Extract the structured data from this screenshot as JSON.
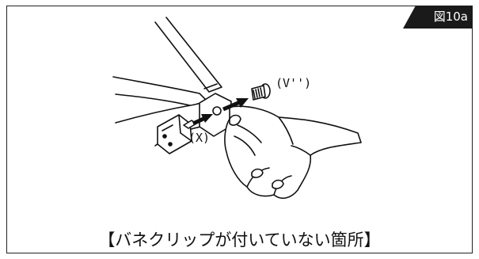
{
  "figure": {
    "tag": "図10a",
    "caption": "【バネクリップが付いていない箇所】"
  },
  "labels": {
    "screw": "(V'')",
    "hole": "(X)"
  }
}
